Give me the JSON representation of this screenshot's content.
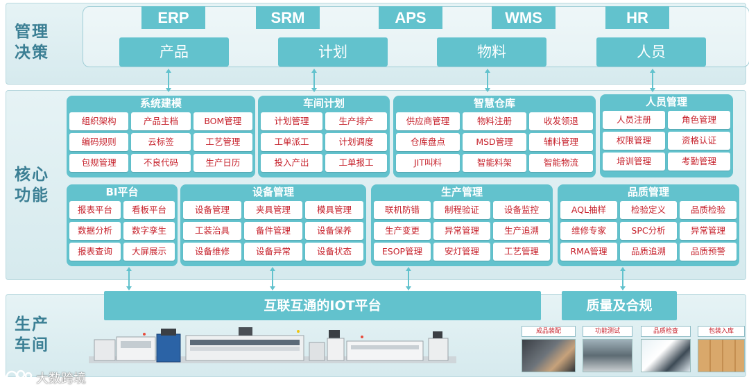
{
  "tiers": {
    "management": {
      "label_line1": "管理",
      "label_line2": "决策"
    },
    "core": {
      "label_line1": "核心",
      "label_line2": "功能"
    },
    "shopfloor": {
      "label_line1": "生产",
      "label_line2": "车间"
    }
  },
  "systems": [
    "ERP",
    "SRM",
    "APS",
    "WMS",
    "HR"
  ],
  "categories": [
    "产品",
    "计划",
    "物料",
    "人员"
  ],
  "modules": {
    "system_modeling": {
      "title": "系统建模",
      "items": [
        "组织架构",
        "产品主档",
        "BOM管理",
        "编码规则",
        "云标签",
        "工艺管理",
        "包规管理",
        "不良代码",
        "生产日历"
      ]
    },
    "workshop_plan": {
      "title": "车间计划",
      "items": [
        "计划管理",
        "生产排产",
        "工单派工",
        "计划调度",
        "投入产出",
        "工单报工"
      ]
    },
    "smart_warehouse": {
      "title": "智慧仓库",
      "items": [
        "供应商管理",
        "物料注册",
        "收发领退",
        "仓库盘点",
        "MSD管理",
        "辅料管理",
        "JIT叫料",
        "智能料架",
        "智能物流"
      ]
    },
    "personnel": {
      "title": "人员管理",
      "items": [
        "人员注册",
        "角色管理",
        "权限管理",
        "资格认证",
        "培训管理",
        "考勤管理"
      ]
    },
    "bi": {
      "title": "BI平台",
      "items": [
        "报表平台",
        "看板平台",
        "数据分析",
        "数字孪生",
        "报表查询",
        "大屏展示"
      ]
    },
    "equipment": {
      "title": "设备管理",
      "items": [
        "设备管理",
        "夹具管理",
        "模具管理",
        "工装治具",
        "备件管理",
        "设备保养",
        "设备维修",
        "设备异常",
        "设备状态"
      ]
    },
    "production": {
      "title": "生产管理",
      "items": [
        "联机防错",
        "制程验证",
        "设备监控",
        "生产变更",
        "异常管理",
        "生产追溯",
        "ESOP管理",
        "安灯管理",
        "工艺管理"
      ]
    },
    "quality": {
      "title": "品质管理",
      "items": [
        "AQL抽样",
        "检验定义",
        "品质检验",
        "维修专家",
        "SPC分析",
        "异常管理",
        "RMA管理",
        "品质追溯",
        "品质预警"
      ]
    }
  },
  "shopfloor": {
    "iot_platform": "互联互通的IOT平台",
    "quality_compliance": "质量及合规",
    "steps": [
      "成品装配",
      "功能测试",
      "品质检查",
      "包装入库"
    ]
  },
  "watermark": "大数跨境",
  "colors": {
    "accent": "#62c2cd",
    "item_text": "#c6202a",
    "label": "#3b7f94"
  }
}
